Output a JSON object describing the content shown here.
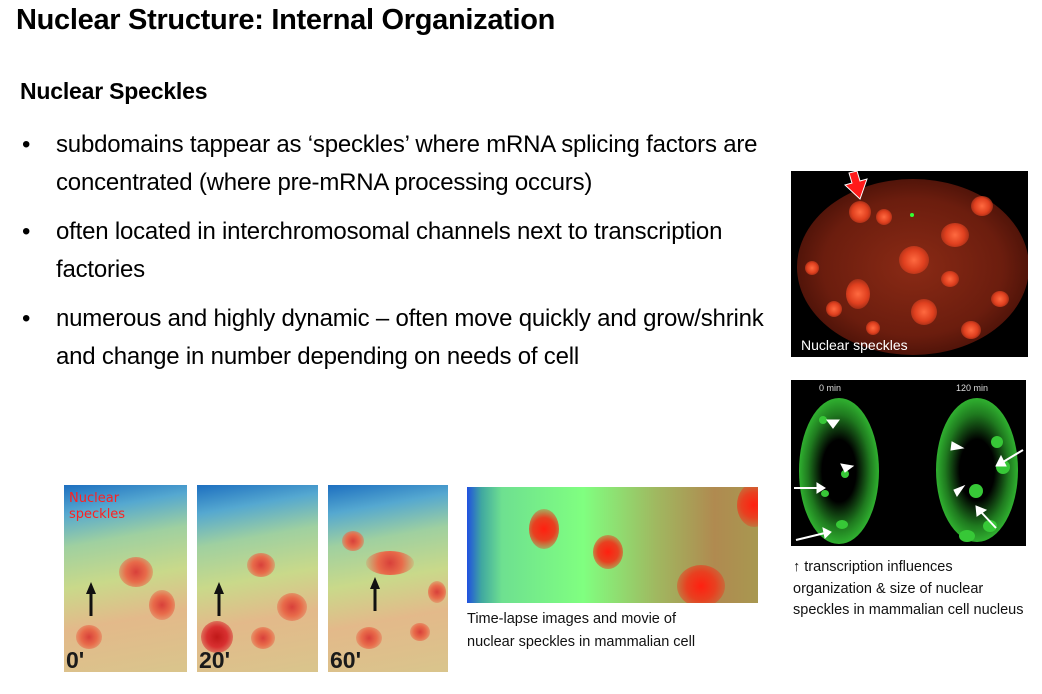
{
  "slide": {
    "title": "Nuclear Structure: Internal Organization",
    "subtitle": "Nuclear Speckles",
    "bullets": [
      "subdomains tappear as ‘speckles’ where mRNA splicing factors are concentrated (where pre-mRNA processing occurs)",
      "often located in interchromosomal channels next to transcription factories",
      "numerous and highly dynamic – often move quickly and grow/shrink and change in number depending on needs of cell"
    ],
    "bullet_glyph": "•"
  },
  "figures": {
    "red_image": {
      "label": "Nuclear speckles",
      "arrow_color": "#ff1a1a"
    },
    "green_image": {
      "labels": [
        "0 min",
        "120 min"
      ]
    },
    "green_caption": "↑ transcription influences organization & size of nuclear speckles in mammalian cell nucleus",
    "timelapse": {
      "tag": "Nuclear speckles",
      "frames": [
        {
          "time": "0'"
        },
        {
          "time": "20'"
        },
        {
          "time": "60'"
        }
      ]
    },
    "movie_caption_line1": "Time-lapse images and movie of",
    "movie_caption_line2": "nuclear speckles in mammalian cell"
  },
  "colors": {
    "tag_red": "#ff2020",
    "caption_text": "#111111"
  }
}
